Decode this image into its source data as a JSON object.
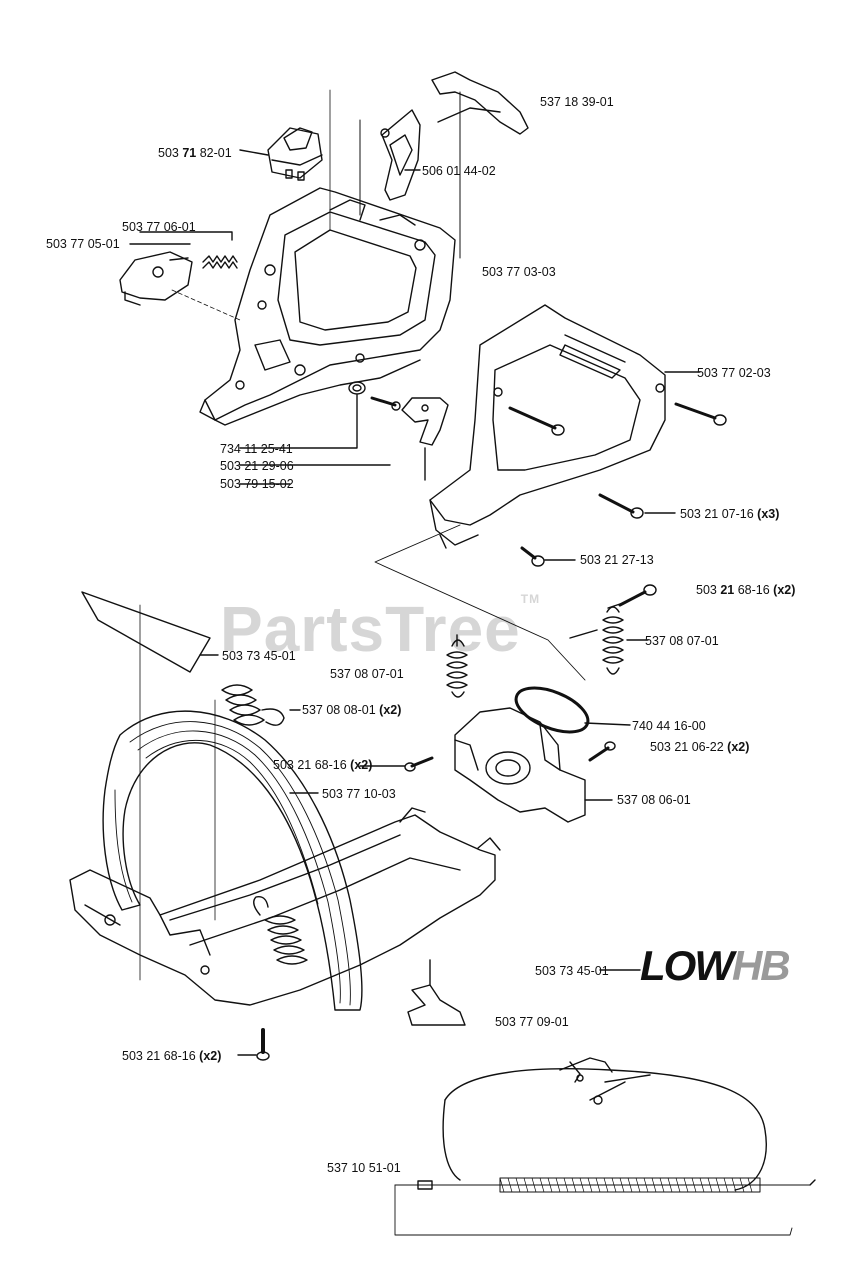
{
  "watermark": {
    "text": "PartsTree",
    "tm": "TM"
  },
  "logo": {
    "part1": "LOW",
    "part2": "HB"
  },
  "labels": {
    "p537183901": "537 18 39-01",
    "p503718201_a": "503 ",
    "p503718201_b": "71",
    "p503718201_c": " 82-01",
    "p506014402": "506 01 44-02",
    "p503770601": "503 77 06-01",
    "p503770501": "503 77 05-01",
    "p503770303": "503 77 03-03",
    "p503770203": "503 77 02-03",
    "p734112541": "734 11 25-41",
    "p503212906": "503 21 29-06",
    "p503791502": "503 79 15-02",
    "p503210716": "503 21 07-16 ",
    "p503210716_q": "(x3)",
    "p503212713": "503  21 27-13",
    "p503216816_top": "503 ",
    "p503216816_top_b": "21",
    "p503216816_top_c": " 68-16 ",
    "p503216816_top_q": "(x2)",
    "p537080701_r": "537 08 07-01",
    "p537080701_c": "537 08 07-01",
    "p503734501_a": "503 73 45-01",
    "p537080801": "537 08 08-01 ",
    "p537080801_q": "(x2)",
    "p740441600": "740 44 16-00",
    "p503210622": "503 21 06-22 ",
    "p503210622_q": "(x2)",
    "p503216816_mid": "503 21 68-16 ",
    "p503216816_mid_q": "(x2)",
    "p503771003": "503 77 10-03",
    "p537080601": "537 08 06-01",
    "p503734501_b": "503 73 45-01",
    "p503770901": "503 77 09-01",
    "p503216816_bot": "503 21 68-16 ",
    "p503216816_bot_q": "(x2)",
    "p537105101": "537 10 51-01"
  }
}
